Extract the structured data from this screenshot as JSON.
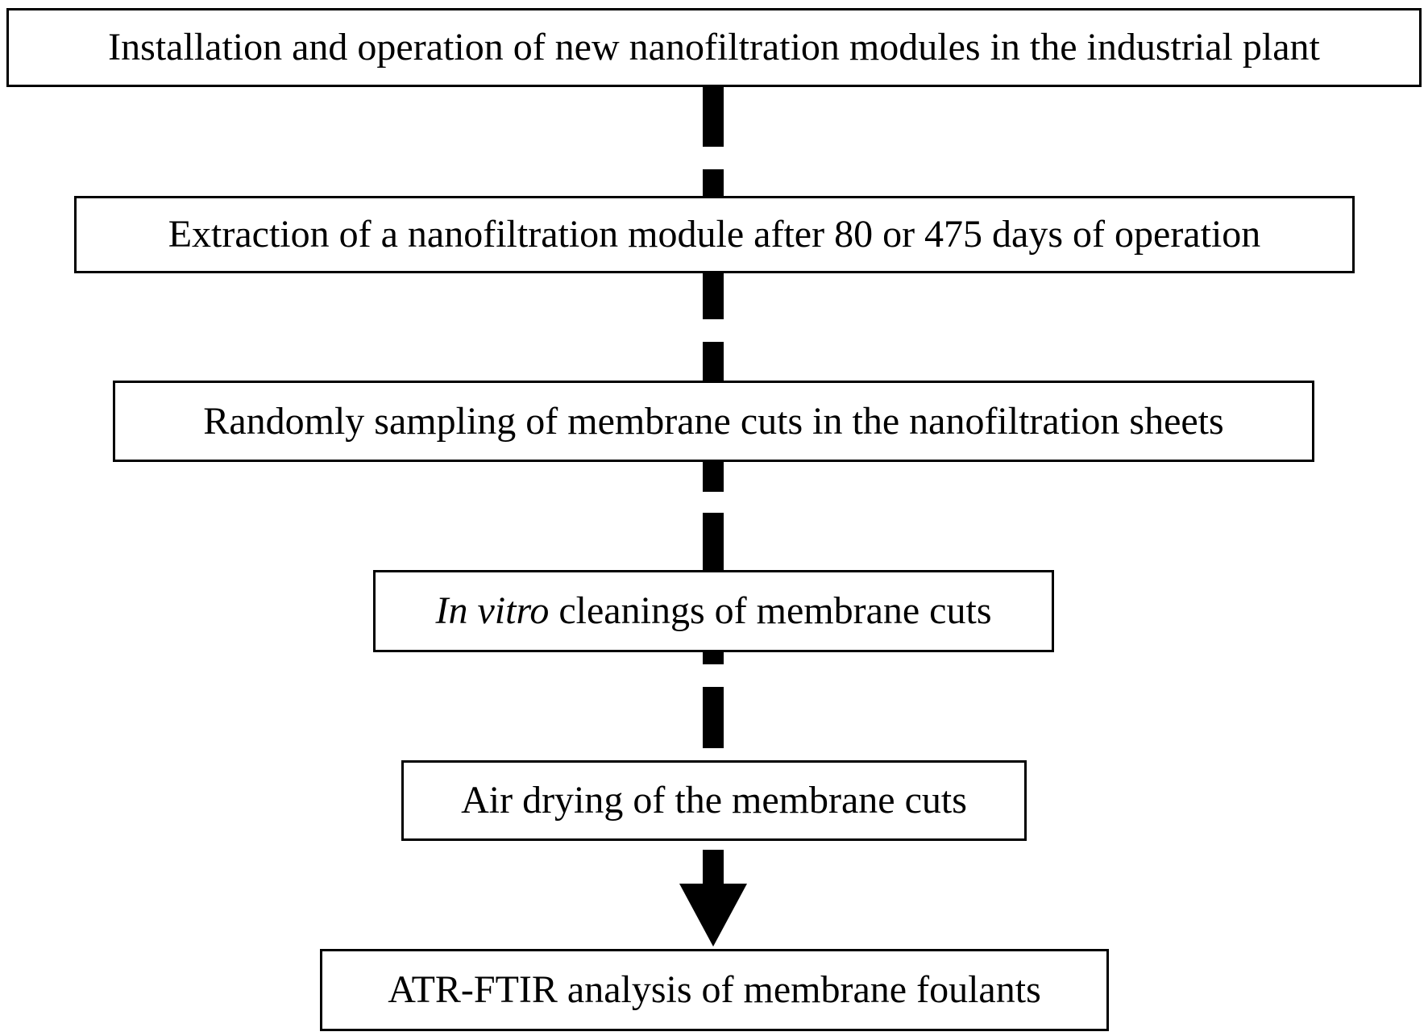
{
  "diagram": {
    "steps": [
      {
        "text": "Installation and operation of new nanofiltration modules in the industrial plant"
      },
      {
        "text": "Extraction of a nanofiltration module after 80 or 475 days of operation"
      },
      {
        "text": "Randomly sampling of membrane cuts in the nanofiltration sheets"
      },
      {
        "italic": "In vitro",
        "text": " cleanings of membrane cuts"
      },
      {
        "text": "Air drying of the membrane cuts"
      },
      {
        "text": "ATR-FTIR analysis of membrane foulants"
      }
    ],
    "connector_style": "thick black dashed line",
    "final_connector_style": "solid arrow",
    "line_color": "#000000",
    "background_color": "#ffffff"
  }
}
